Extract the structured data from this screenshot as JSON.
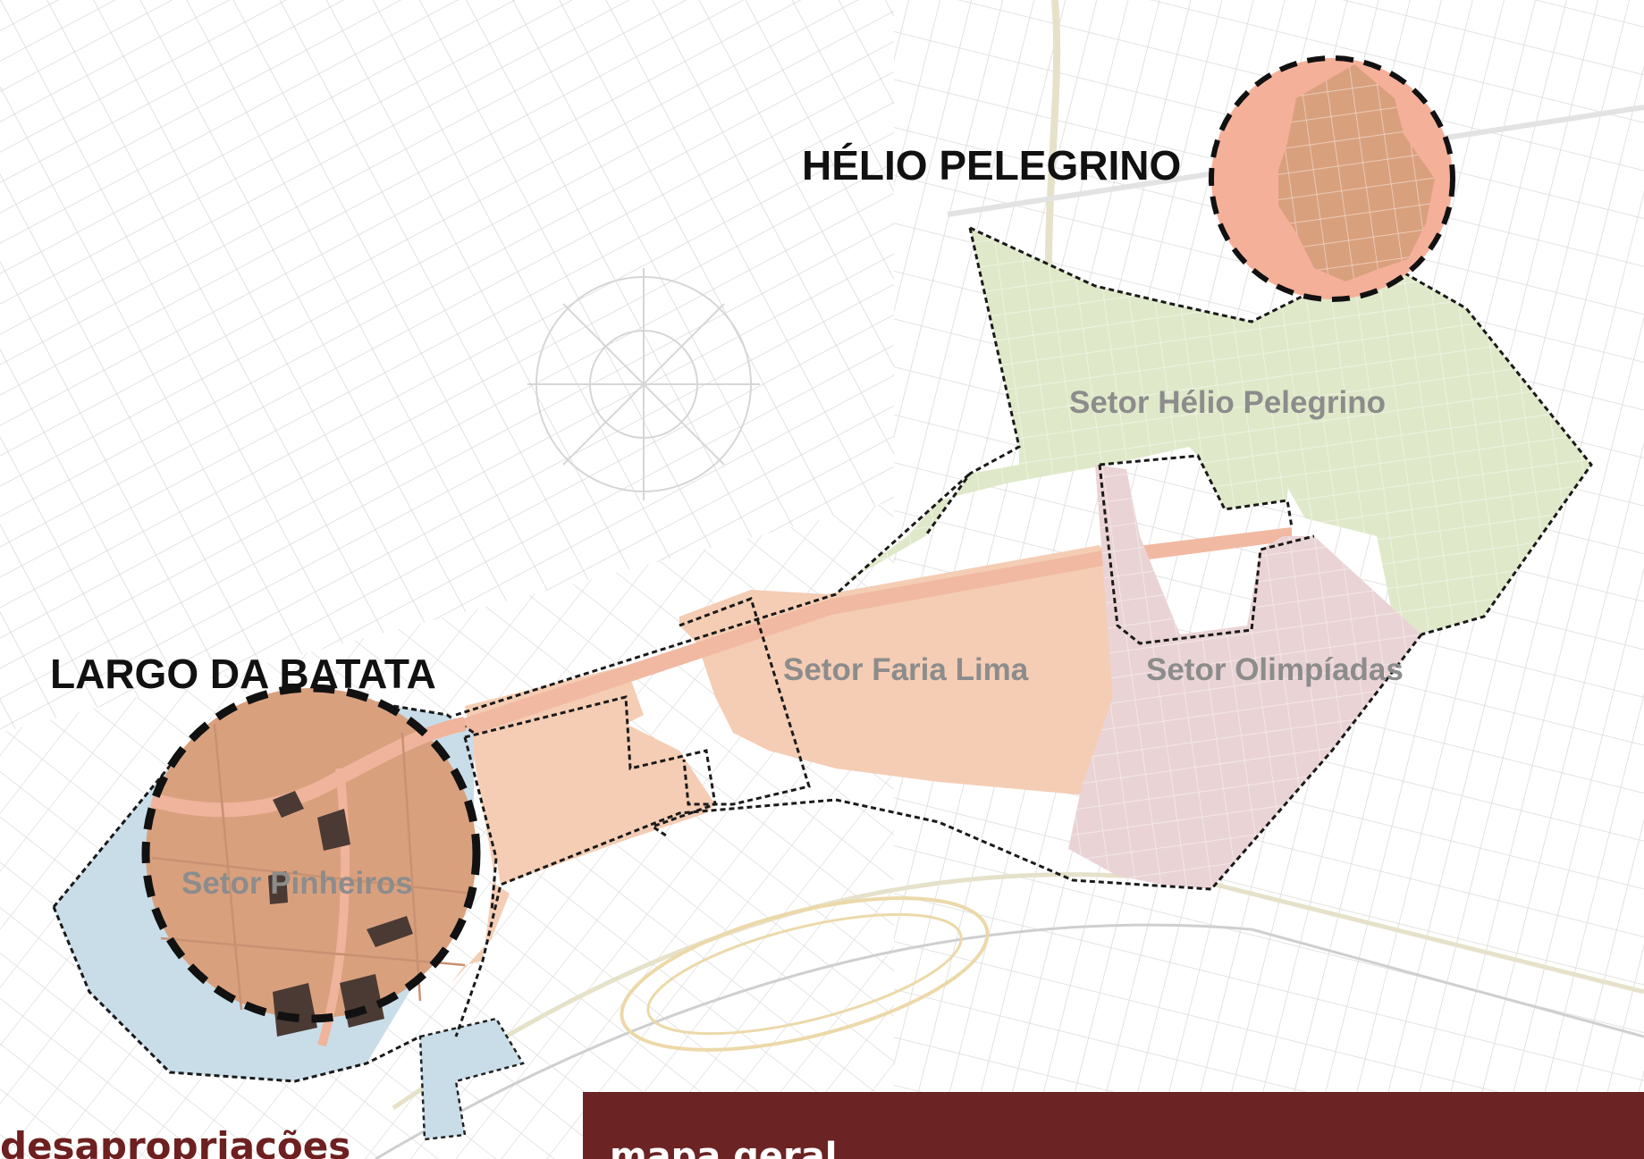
{
  "labels": {
    "helio_title": "HÉLIO PELEGRINO",
    "batata_title": "LARGO DA BATATA",
    "setor_helio": "Setor Hélio Pelegrino",
    "setor_faria": "Setor Faria Lima",
    "setor_olimp": "Setor Olimpíadas",
    "setor_pinheiros": "Setor Pinheiros"
  },
  "footer": {
    "left_title": "desapropriações",
    "right_title": "mapa geral"
  },
  "colors": {
    "background": "#ffffff",
    "street_lines": "#d8d8d8",
    "sector_helio_green": "#dfe9c9",
    "sector_faria_orange": "#f4cdb4",
    "sector_olimp_pink": "#ead3d5",
    "sector_pinheiros_blue": "#c9dde9",
    "highlight_circle_salmon": "#f5b09a",
    "highlight_circle_brown": "#d9a07e",
    "dark_lots": "#4a3a33",
    "footer_bar": "#6b2324",
    "footer_left_text": "#6e2020"
  }
}
